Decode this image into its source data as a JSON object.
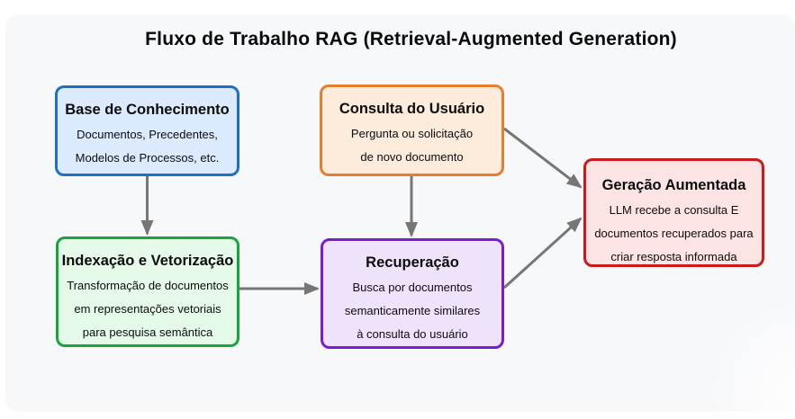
{
  "page": {
    "background_color": "#ffffff",
    "card_background_color": "#f7f8fa"
  },
  "diagram": {
    "title": "Fluxo de Trabalho RAG (Retrieval-Augmented Generation)",
    "arrow_color": "#767676",
    "nodes": [
      {
        "id": "knowledge-base",
        "title": "Base de Conhecimento",
        "lines": [
          "Documentos, Precedentes,",
          "Modelos de Processos, etc."
        ],
        "border_color": "#1d6fc8",
        "fill_color": "#dbeafd"
      },
      {
        "id": "user-query",
        "title": "Consulta do Usuário",
        "lines": [
          "Pergunta ou solicitação",
          "de novo documento"
        ],
        "border_color": "#e87d2b",
        "fill_color": "#fdecdc"
      },
      {
        "id": "indexing-vectorization",
        "title": "Indexação e Vetorização",
        "lines": [
          "Transformação de documentos",
          "em representações vetoriais",
          "para pesquisa semântica"
        ],
        "border_color": "#17a63c",
        "fill_color": "#e6faea"
      },
      {
        "id": "retrieval",
        "title": "Recuperação",
        "lines": [
          "Busca por documentos",
          "semanticamente similares",
          "à consulta do usuário"
        ],
        "border_color": "#7a1cd6",
        "fill_color": "#efe3fc"
      },
      {
        "id": "augmented-generation",
        "title": "Geração Aumentada",
        "lines": [
          "LLM recebe a consulta E",
          "documentos recuperados para",
          "criar resposta informada"
        ],
        "border_color": "#cb1a1a",
        "fill_color": "#fce4e4"
      }
    ],
    "edges": [
      {
        "from": "knowledge-base",
        "to": "indexing-vectorization"
      },
      {
        "from": "user-query",
        "to": "retrieval"
      },
      {
        "from": "user-query",
        "to": "augmented-generation"
      },
      {
        "from": "indexing-vectorization",
        "to": "retrieval"
      },
      {
        "from": "retrieval",
        "to": "augmented-generation"
      }
    ]
  }
}
